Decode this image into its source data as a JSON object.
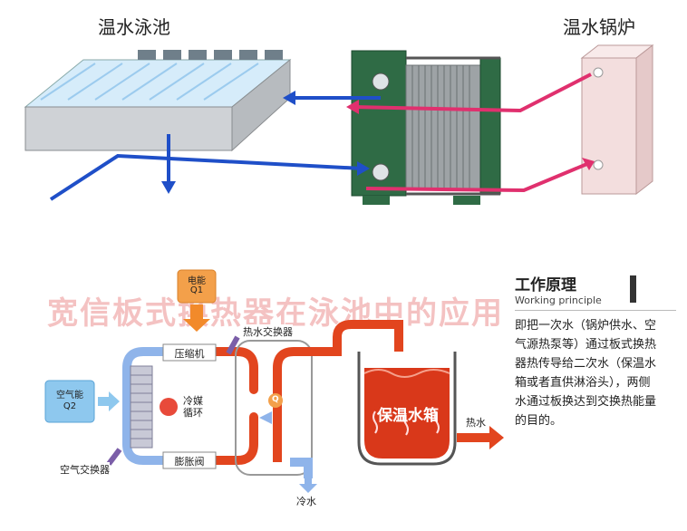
{
  "top": {
    "pool_title": "温水泳池",
    "boiler_title": "温水锅炉"
  },
  "bottom": {
    "electric_label": "电能",
    "electric_q": "Q1",
    "air_energy_label": "空气能",
    "air_energy_q": "Q2",
    "compressor_label": "压缩机",
    "expansion_valve_label": "膨胀阀",
    "refrigerant_cycle_label": "冷媒循环",
    "hot_water_exchanger_label": "热水交换器",
    "air_exchanger_label": "空气交换器",
    "q_label": "Q",
    "cold_water_label": "冷水",
    "hot_water_label": "热水",
    "tank_label": "保温水箱"
  },
  "watermark": "宽信板式换热器在泳池中的应用",
  "panel": {
    "title": "工作原理",
    "subtitle": "Working principle",
    "lines": [
      "即把一次水（锅炉供水、空",
      "气源热泵等）通过板式换热",
      "器热传导给二次水（保温水",
      "箱或者直供淋浴头），两侧",
      "水通过板换达到交换热能量",
      "的目的。"
    ]
  },
  "colors": {
    "blue_pipe": "#1f4fc8",
    "pink_pipe": "#e0306e",
    "red_pipe": "#e2451e",
    "orange_arrow": "#f28a2a",
    "exchanger_green": "#2f6b45",
    "boiler_pink": "#f3dede",
    "tank_red": "#d9381a",
    "purple_tag": "#7b5ea8"
  }
}
